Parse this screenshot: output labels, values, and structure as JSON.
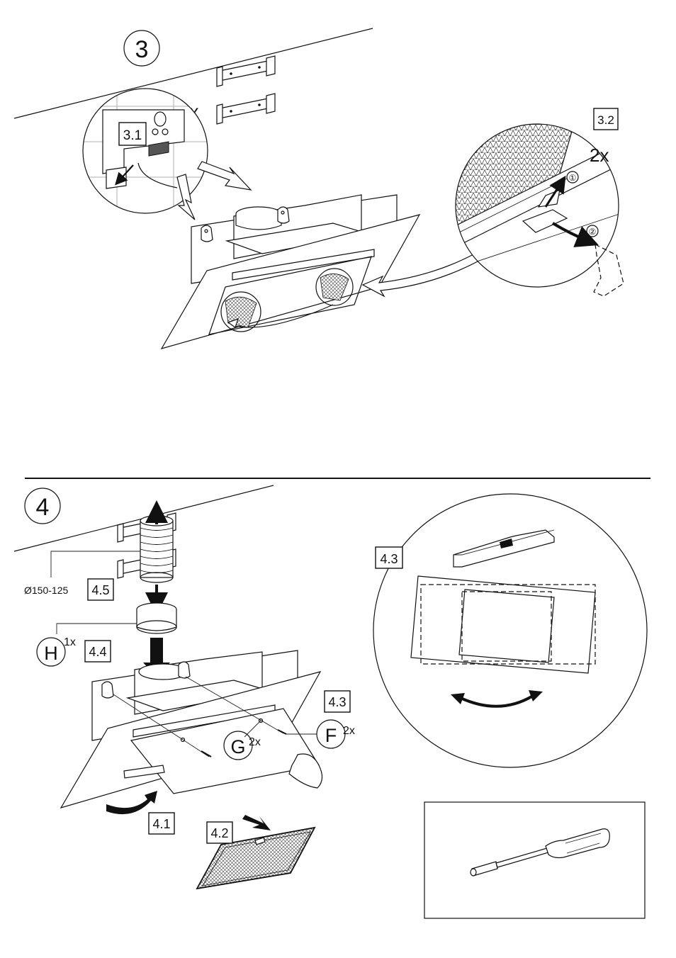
{
  "step3": {
    "number": "3",
    "wall_brackets_count": "2x",
    "detail_3_1_label": "3.1",
    "detail_3_2_label": "3.2",
    "filters_count": "2x",
    "order_1": "①",
    "order_2": "②"
  },
  "step4": {
    "number": "4",
    "duct_diameter": "Ø150-125",
    "label_4_5": "4.5",
    "part_h": "H",
    "part_h_count": "1x",
    "label_4_4": "4.4",
    "label_4_3": "4.3",
    "part_g": "G",
    "part_g_count": "2x",
    "part_f": "F",
    "part_f_count": "2x",
    "label_4_1": "4.1",
    "label_4_2": "4.2",
    "level_detail_label": "4.3"
  },
  "colors": {
    "line": "#111111",
    "background": "#ffffff"
  },
  "icons": [
    "screwdriver-icon",
    "spirit-level-icon",
    "rotate-arrow-icon",
    "filter-mesh-icon"
  ]
}
